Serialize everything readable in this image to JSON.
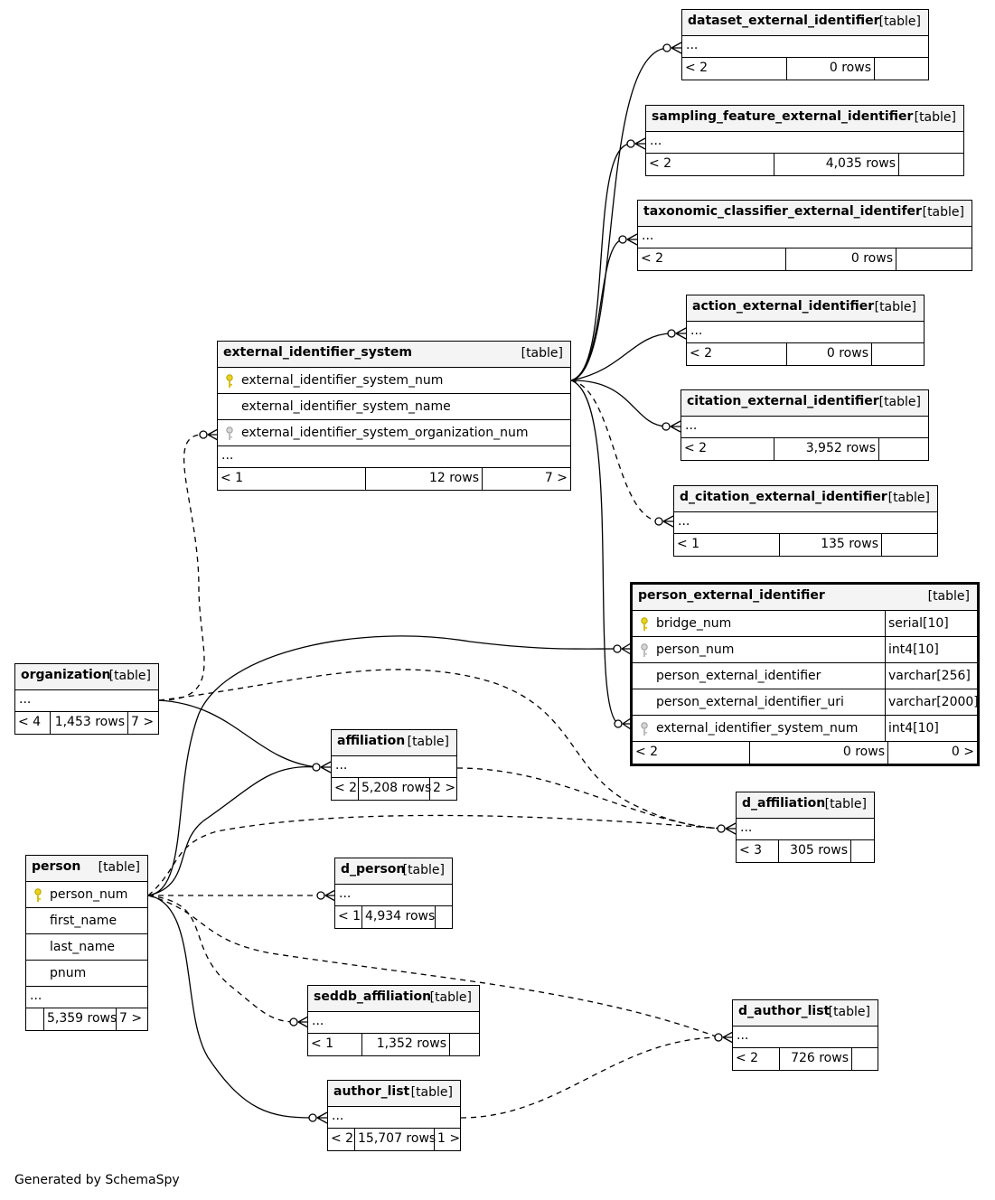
{
  "footer": "Generated by SchemaSpy",
  "tables": {
    "dataset_external_identifier": {
      "name": "dataset_external_identifier",
      "type": "[table]",
      "more": "...",
      "parents": "< 2",
      "rows": "0 rows",
      "children": ""
    },
    "sampling_feature_external_identifier": {
      "name": "sampling_feature_external_identifier",
      "type": "[table]",
      "more": "...",
      "parents": "< 2",
      "rows": "4,035 rows",
      "children": ""
    },
    "taxonomic_classifier_external_identifer": {
      "name": "taxonomic_classifier_external_identifer",
      "type": "[table]",
      "more": "...",
      "parents": "< 2",
      "rows": "0 rows",
      "children": ""
    },
    "action_external_identifier": {
      "name": "action_external_identifier",
      "type": "[table]",
      "more": "...",
      "parents": "< 2",
      "rows": "0 rows",
      "children": ""
    },
    "citation_external_identifier": {
      "name": "citation_external_identifier",
      "type": "[table]",
      "more": "...",
      "parents": "< 2",
      "rows": "3,952 rows",
      "children": ""
    },
    "d_citation_external_identifier": {
      "name": "d_citation_external_identifier",
      "type": "[table]",
      "more": "...",
      "parents": "< 1",
      "rows": "135 rows",
      "children": ""
    },
    "external_identifier_system": {
      "name": "external_identifier_system",
      "type": "[table]",
      "more": "...",
      "columns": [
        {
          "name": "external_identifier_system_num",
          "key": "primary-key-icon"
        },
        {
          "name": "external_identifier_system_name",
          "key": ""
        },
        {
          "name": "external_identifier_system_organization_num",
          "key": "foreign-key-icon"
        }
      ],
      "parents": "< 1",
      "rows": "12 rows",
      "children": "7 >"
    },
    "person_external_identifier": {
      "name": "person_external_identifier",
      "type": "[table]",
      "columns": [
        {
          "name": "bridge_num",
          "datatype": "serial[10]",
          "key": "primary-key-icon"
        },
        {
          "name": "person_num",
          "datatype": "int4[10]",
          "key": "foreign-key-icon"
        },
        {
          "name": "person_external_identifier",
          "datatype": "varchar[256]",
          "key": ""
        },
        {
          "name": "person_external_identifier_uri",
          "datatype": "varchar[2000]",
          "key": ""
        },
        {
          "name": "external_identifier_system_num",
          "datatype": "int4[10]",
          "key": "foreign-key-icon"
        }
      ],
      "parents": "< 2",
      "rows": "0 rows",
      "children": "0 >"
    },
    "organization": {
      "name": "organization",
      "type": "[table]",
      "more": "...",
      "parents": "< 4",
      "rows": "1,453 rows",
      "children": "7 >"
    },
    "affiliation": {
      "name": "affiliation",
      "type": "[table]",
      "more": "...",
      "parents": "< 2",
      "rows": "5,208 rows",
      "children": "2 >"
    },
    "d_affiliation": {
      "name": "d_affiliation",
      "type": "[table]",
      "more": "...",
      "parents": "< 3",
      "rows": "305 rows",
      "children": ""
    },
    "person": {
      "name": "person",
      "type": "[table]",
      "more": "...",
      "columns": [
        {
          "name": "person_num",
          "key": "primary-key-icon"
        },
        {
          "name": "first_name",
          "key": ""
        },
        {
          "name": "last_name",
          "key": ""
        },
        {
          "name": "pnum",
          "key": ""
        }
      ],
      "parents": "",
      "rows": "5,359 rows",
      "children": "7 >"
    },
    "d_person": {
      "name": "d_person",
      "type": "[table]",
      "more": "...",
      "parents": "< 1",
      "rows": "4,934 rows",
      "children": ""
    },
    "seddb_affiliation": {
      "name": "seddb_affiliation",
      "type": "[table]",
      "more": "...",
      "parents": "< 1",
      "rows": "1,352 rows",
      "children": ""
    },
    "d_author_list": {
      "name": "d_author_list",
      "type": "[table]",
      "more": "...",
      "parents": "< 2",
      "rows": "726 rows",
      "children": ""
    },
    "author_list": {
      "name": "author_list",
      "type": "[table]",
      "more": "...",
      "parents": "< 2",
      "rows": "15,707 rows",
      "children": "1 >"
    }
  }
}
